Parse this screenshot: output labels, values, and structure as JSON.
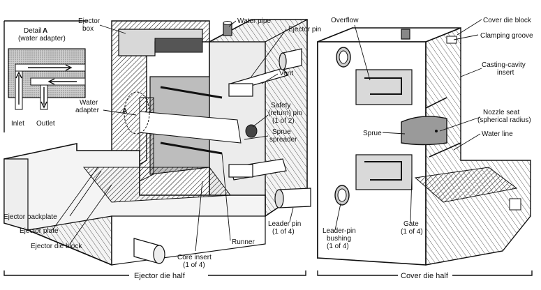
{
  "detail": {
    "title": "Detail",
    "letter": "A",
    "subtitle": "(water adapter)",
    "inlet": "Inlet",
    "outlet": "Outlet"
  },
  "labels": {
    "ejector_box": "Ejector box",
    "water_pipe": "Water pipe",
    "ejector_pin": "Ejector pin",
    "vent": "Vent",
    "water_adapter": "Water adapter",
    "a_marker": "A",
    "safety_pin_1": "Safety",
    "safety_pin_2": "(return) pin",
    "safety_pin_3": "(1 of 2)",
    "sprue_spreader_1": "Sprue",
    "sprue_spreader_2": "spreader",
    "ejector_backplate": "Ejector backplate",
    "ejector_plate": "Ejector plate",
    "ejector_die_block": "Ejector die block",
    "core_insert_1": "Core insert",
    "core_insert_2": "(1 of 4)",
    "runner": "Runner",
    "leader_pin_1": "Leader pin",
    "leader_pin_2": "(1 of 4)",
    "overflow": "Overflow",
    "cover_die_block": "Cover die block",
    "clamping_groove": "Clamping groove",
    "casting_cavity_1": "Casting-cavity",
    "casting_cavity_2": "insert",
    "nozzle_seat_1": "Nozzle seat",
    "nozzle_seat_2": "(spherical radius)",
    "water_line": "Water line",
    "sprue": "Sprue",
    "leader_pin_bushing_1": "Leader-pin",
    "leader_pin_bushing_2": "bushing",
    "leader_pin_bushing_3": "(1 of 4)",
    "gate_1": "Gate",
    "gate_2": "(1 of 4)"
  },
  "captions": {
    "ejector_half": "Ejector die half",
    "cover_half": "Cover die half"
  }
}
